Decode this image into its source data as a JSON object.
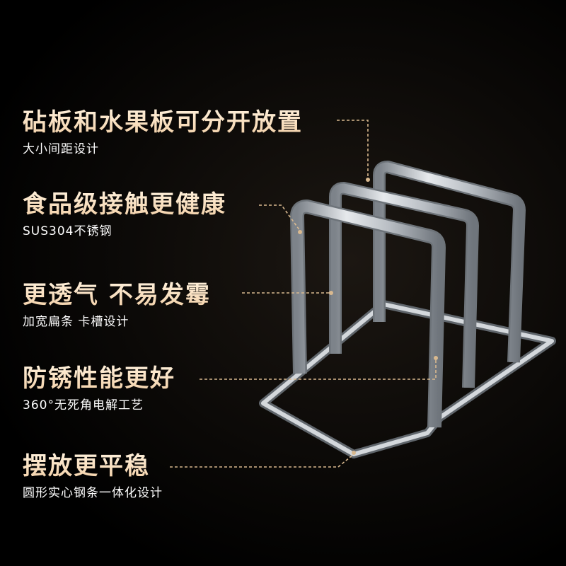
{
  "features": [
    {
      "title": "砧板和水果板可分开放置",
      "subtitle": "大小间距设计"
    },
    {
      "title": "食品级接触更健康",
      "subtitle": "SUS304不锈钢"
    },
    {
      "title": "更透气 不易发霉",
      "subtitle": "加宽扁条 卡槽设计"
    },
    {
      "title": "防锈性能更好",
      "subtitle": "360°无死角电解工艺"
    },
    {
      "title": "摆放更平稳",
      "subtitle": "圆形实心钢条一体化设计"
    }
  ],
  "colors": {
    "background": "#000000",
    "title": "#f6dcbd",
    "subtitle": "#ffffff",
    "leader_line": "#d9b98f",
    "steel": "#c9cdd2"
  },
  "icons": [
    "cutting-board-rack-illustration"
  ]
}
